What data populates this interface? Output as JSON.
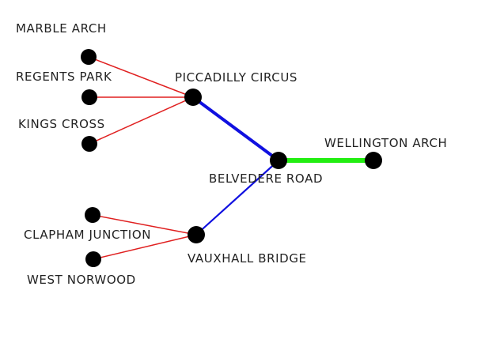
{
  "colors": {
    "background": "#ffffff",
    "node": "#000000",
    "label": "#222222",
    "thin_edge": "#e02020",
    "blue_edge": "#1010e0",
    "green_edge": "#22ee11"
  },
  "nodes": [
    {
      "id": "marble-arch",
      "label": "MARBLE ARCH"
    },
    {
      "id": "regents-park",
      "label": "REGENTS PARK"
    },
    {
      "id": "kings-cross",
      "label": "KINGS CROSS"
    },
    {
      "id": "piccadilly-circus",
      "label": "PICCADILLY CIRCUS"
    },
    {
      "id": "belvedere-road",
      "label": "BELVEDERE ROAD"
    },
    {
      "id": "wellington-arch",
      "label": "WELLINGTON ARCH"
    },
    {
      "id": "clapham-junction",
      "label": "CLAPHAM JUNCTION"
    },
    {
      "id": "west-norwood",
      "label": "WEST NORWOOD"
    },
    {
      "id": "vauxhall-bridge",
      "label": "VAUXHALL BRIDGE"
    }
  ],
  "edges": [
    {
      "from": "marble-arch",
      "to": "piccadilly-circus",
      "color": "#e02020"
    },
    {
      "from": "regents-park",
      "to": "piccadilly-circus",
      "color": "#e02020"
    },
    {
      "from": "kings-cross",
      "to": "piccadilly-circus",
      "color": "#e02020"
    },
    {
      "from": "piccadilly-circus",
      "to": "belvedere-road",
      "color": "#1010e0"
    },
    {
      "from": "belvedere-road",
      "to": "wellington-arch",
      "color": "#22ee11"
    },
    {
      "from": "clapham-junction",
      "to": "vauxhall-bridge",
      "color": "#e02020"
    },
    {
      "from": "west-norwood",
      "to": "vauxhall-bridge",
      "color": "#e02020"
    },
    {
      "from": "vauxhall-bridge",
      "to": "belvedere-road",
      "color": "#1010e0"
    }
  ]
}
